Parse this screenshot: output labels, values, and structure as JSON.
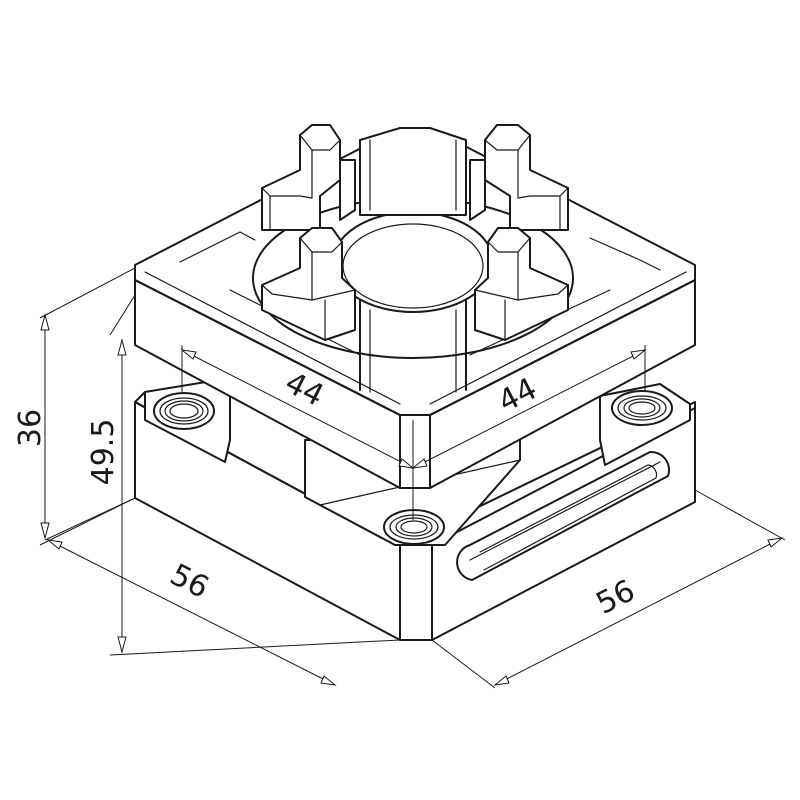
{
  "dimensions": {
    "height_total": "36",
    "height_base": "49.5",
    "top_width_left": "44",
    "top_width_right": "44",
    "base_length_left": "56",
    "base_length_right": "56"
  }
}
